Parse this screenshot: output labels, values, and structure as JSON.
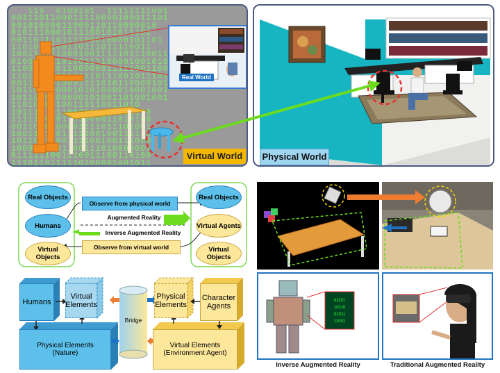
{
  "virtual_panel": {
    "label": "Virtual World",
    "inset_label": "Real World",
    "binary_rows": [
      "   110  0100101  11111111001",
      "0011101100011110000100011101",
      "00101000011000110110000010",
      "0101110001011100101011101",
      "001101110111100010000101101",
      "1101001100110111011110011",
      "1001101110001001111101110011",
      "0100000110100111100001001010",
      "1100110101100000011111001100",
      "11011001001011101110010111011",
      "0011010010001111010110000101",
      "1011001000010101000010001001",
      "1011010100000101001101001001",
      "11010100100110110011010",
      "1011101011000011101100110",
      "1111110001101000011010100",
      "0011000100001111011101001",
      "1001111101111100100111110",
      "1011001100111100100111000",
      "1000011101100111010000001",
      "0111111001110011100110100",
      "1110110111110100001001011"
    ]
  },
  "physical_panel": {
    "label": "Physical World"
  },
  "concept": {
    "left_items": [
      "Real Objects",
      "Humans",
      "Virtual Objects"
    ],
    "right_items": [
      "Real Objects",
      "Virtual Agents",
      "Virtual Objects"
    ],
    "observe_physical": "Observe from physical world",
    "augmented_reality": "Augmented Reality",
    "inverse_augmented_reality": "Inverse Augmented Reality",
    "observe_virtual": "Observe from virtual world"
  },
  "architecture": {
    "humans": "Humans",
    "virtual_elements": "Virtual Elements",
    "physical_elements_nature": "Physical Elements (Nature)",
    "bridge": "Bridge",
    "physical_elements": "Physical Elements",
    "character_agents": "Character Agents",
    "virtual_elements_env": "Virtual Elements (Environment Agent)"
  },
  "captions": {
    "inverse_ar": "Inverse Augmented Reality",
    "traditional_ar": "Traditional Augmented Reality"
  },
  "colors": {
    "cyan_box": "#5dc0ea",
    "yellow_box": "#fde79a",
    "orange_arrow": "#ee7d31",
    "blue_arrow": "#1f73c2",
    "green_arrow": "#6bdc1e"
  }
}
